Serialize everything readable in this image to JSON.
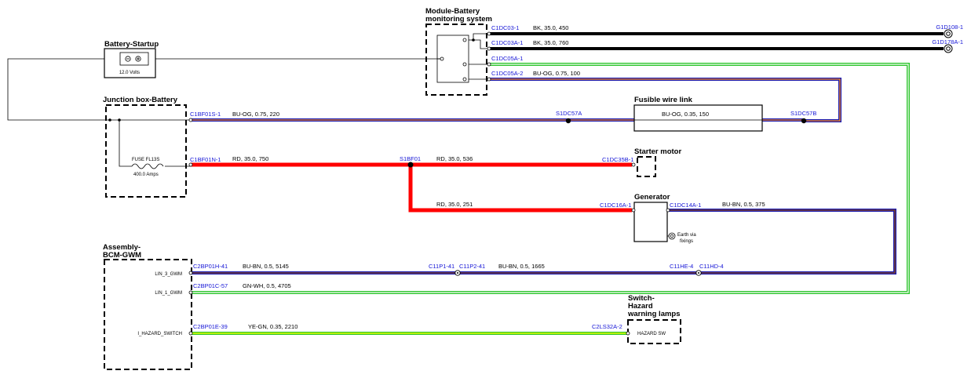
{
  "components": {
    "battery_startup": {
      "label": "Battery-Startup",
      "rating": "12.0 Volts"
    },
    "module_battery": {
      "label_line1": "Module-Battery",
      "label_line2": "monitoring system"
    },
    "junction_box": {
      "label": "Junction box-Battery",
      "fuse_name": "FUSE FL13S",
      "fuse_rating": "400.0 Amps"
    },
    "fusible_link": {
      "label": "Fusible wire link"
    },
    "starter_motor": {
      "label": "Starter motor"
    },
    "generator": {
      "label": "Generator",
      "earth_line1": "Earth via",
      "earth_line2": "fixings"
    },
    "bcm": {
      "label_line1": "Assembly-",
      "label_line2": "BCM-GWM",
      "pin_lin3": "LIN_3_GWM",
      "pin_lin1": "LIN_1_GWM",
      "pin_hazard": "I_HAZARD_SWITCH"
    },
    "hazard_switch": {
      "label_line1": "Switch-",
      "label_line2": "Hazard",
      "label_line3": "warning lamps",
      "inner": "HAZARD SW"
    }
  },
  "connectors": {
    "c1dc03_1": "C1DC03-1",
    "c1dc03a_1": "C1DC03A-1",
    "c1dc05a_1": "C1DC05A-1",
    "c1dc05a_2": "C1DC05A-2",
    "g1d108_1": "G1D108-1",
    "g1d178a_1": "G1D178A-1",
    "c1bf01s_1": "C1BF01S-1",
    "s1dc57a": "S1DC57A",
    "s1dc57b": "S1DC57B",
    "c1bf01n_1": "C1BF01N-1",
    "s1bf01": "S1BF01",
    "c1dc35b_1": "C1DC35B-1",
    "c1dc16a_1": "C1DC16A-1",
    "c1dc14a_1": "C1DC14A-1",
    "c2bp01h_41": "C2BP01H-41",
    "c11p1_41": "C11P1-41",
    "c11p2_41": "C11P2-41",
    "c11he_4": "C11HE-4",
    "c11hd_4": "C11HD-4",
    "c2bp01c_57": "C2BP01C-57",
    "c2bp01e_39": "C2BP01E-39",
    "c2ls32a_2": "C2LS32A-2"
  },
  "wires": {
    "w_bk_450": "BK,  35.0,  450",
    "w_bk_760": "BK,  35.0,  760",
    "w_buog_100": "BU-OG,  0.75,  100",
    "w_buog_220": "BU-OG,  0.75,  220",
    "w_buog_150": "BU-OG,  0.35,  150",
    "w_rd_750": "RD,  35.0,  750",
    "w_rd_536": "RD,  35.0,  536",
    "w_rd_251": "RD,  35.0,  251",
    "w_bubn_375": "BU-BN,  0.5,  375",
    "w_bubn_5145": "BU-BN,  0.5,  5145",
    "w_bubn_1665": "BU-BN,  0.5,  1665",
    "w_gnwh_4705": "GN-WH,  0.5,  4705",
    "w_yegn_2210": "YE-GN,  0.35,  2210"
  },
  "colors": {
    "black": "#000000",
    "red": "#ff0000",
    "blue": "#1a1ab0",
    "orange": "#ff8c1a",
    "green": "#2ec52e",
    "yellow": "#e6ff00",
    "brown": "#8b4513",
    "white": "#ffffff",
    "connector_text": "#1515d6"
  }
}
